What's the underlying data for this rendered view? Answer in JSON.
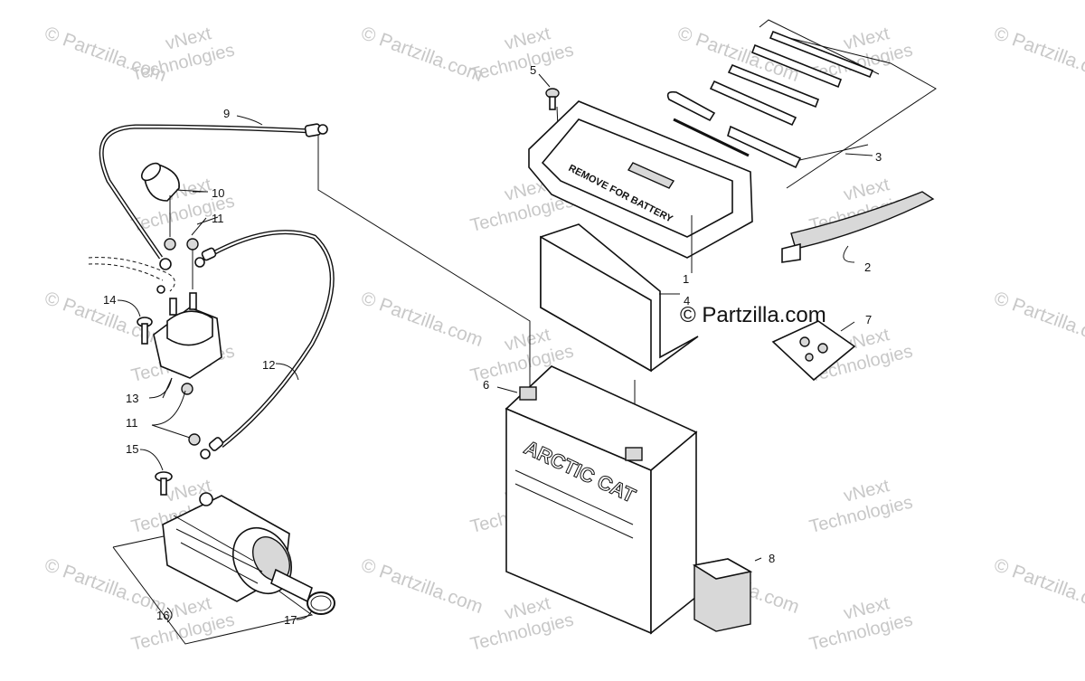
{
  "watermark": {
    "vendor_line1": "vNext",
    "vendor_line2": "Technologies",
    "copyright": "© Partzilla.com"
  },
  "copyright_mark": "© Partzilla.com",
  "battery": {
    "brand": "ARCTIC CAT",
    "tray_text": "REMOVE FOR BATTERY"
  },
  "callouts": [
    "1",
    "2",
    "3",
    "4",
    "5",
    "6",
    "7",
    "8",
    "9",
    "10",
    "11",
    "11",
    "12",
    "13",
    "14",
    "15",
    "16",
    "17"
  ]
}
